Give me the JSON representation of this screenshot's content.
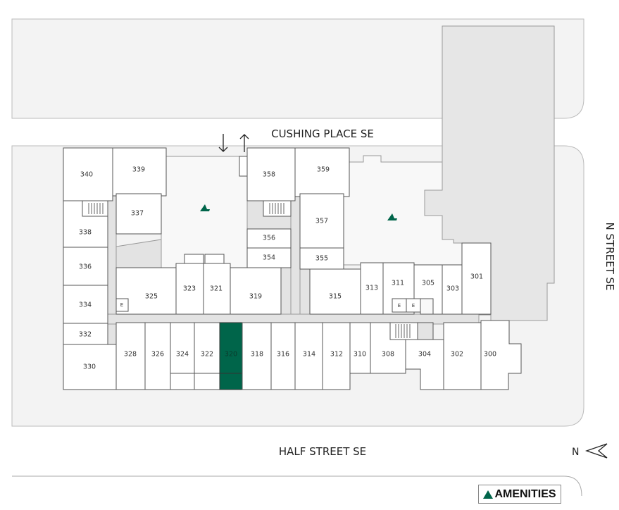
{
  "streets": {
    "north": "CUSHING PLACE SE",
    "south": "HALF STREET SE",
    "east": "N STREET SE"
  },
  "compass": "N",
  "legend": {
    "amenities": "AMENITIES"
  },
  "colors": {
    "highlight": "#00654a",
    "amenity": "#00654a",
    "background": "#f3f3f3",
    "building": "#e6e6e6"
  },
  "selected_unit": "320",
  "elevator_label": "E",
  "units": [
    "340",
    "339",
    "337",
    "338",
    "336",
    "334",
    "332",
    "330",
    "328",
    "326",
    "324",
    "322",
    "320",
    "318",
    "316",
    "314",
    "312",
    "310",
    "308",
    "304",
    "302",
    "300",
    "325",
    "323",
    "321",
    "319",
    "315",
    "313",
    "311",
    "305",
    "303",
    "301",
    "358",
    "359",
    "357",
    "356",
    "354",
    "355"
  ]
}
